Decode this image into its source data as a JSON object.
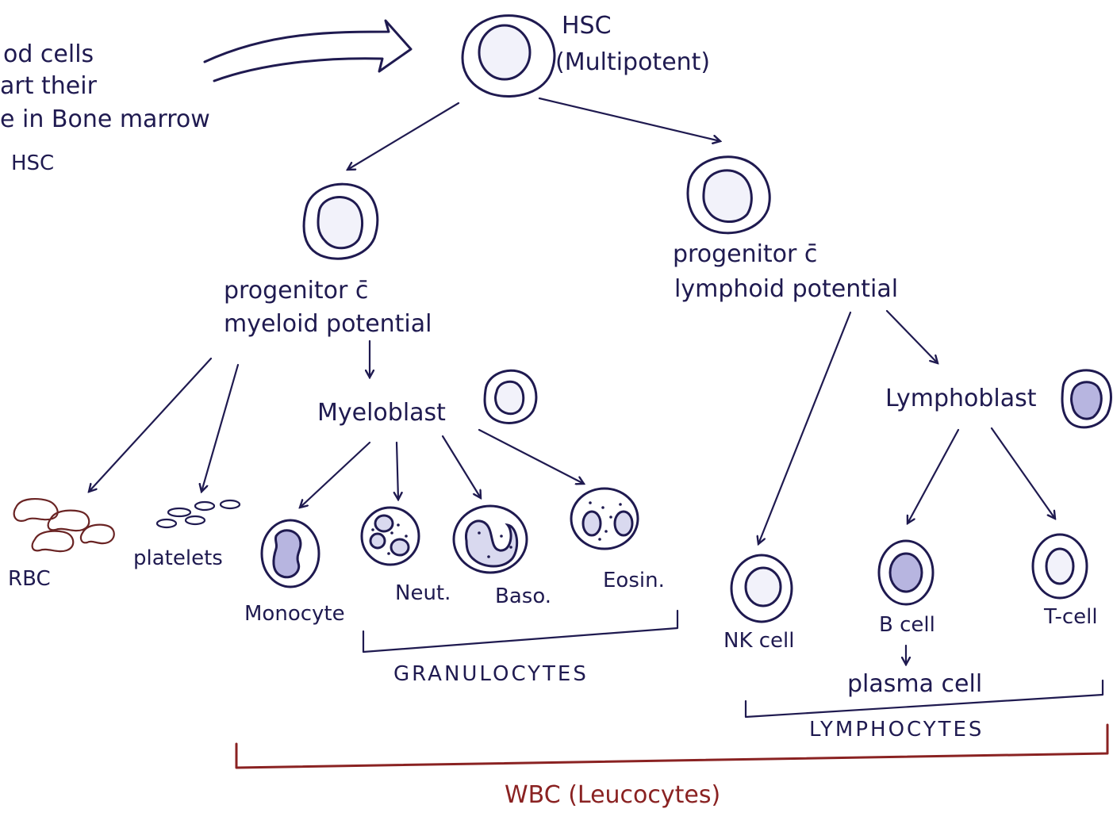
{
  "intro_note": {
    "lines": [
      "od cells",
      "art their",
      "e in Bone marrow",
      "HSC"
    ]
  },
  "nodes": {
    "hsc": {
      "name": "HSC",
      "subtitle": "(Multipotent)"
    },
    "myeloid_progenitor": {
      "line1": "progenitor c̄",
      "line2": "myeloid potential"
    },
    "lymphoid_progenitor": {
      "line1": "progenitor c̄",
      "line2": "lymphoid potential"
    },
    "myeloblast": {
      "label": "Myeloblast"
    },
    "lymphoblast": {
      "label": "Lymphoblast"
    },
    "rbc": {
      "label": "RBC"
    },
    "platelets": {
      "label": "platelets"
    },
    "monocyte": {
      "label": "Monocyte"
    },
    "neutrophil": {
      "label": "Neut."
    },
    "basophil": {
      "label": "Baso."
    },
    "eosinophil": {
      "label": "Eosin."
    },
    "nk_cell": {
      "label": "NK cell"
    },
    "b_cell": {
      "label": "B cell"
    },
    "t_cell": {
      "label": "T-cell"
    },
    "plasma_cell": {
      "label": "plasma cell"
    }
  },
  "groups": {
    "granulocytes": "GRANULOCYTES",
    "lymphocytes": "LYMPHOCYTES",
    "wbc": "WBC (Leucocytes)"
  },
  "colors": {
    "ink": "#1f1a50",
    "red_ink": "#8a2222",
    "nucleus_fill": "#d9d9ef"
  }
}
